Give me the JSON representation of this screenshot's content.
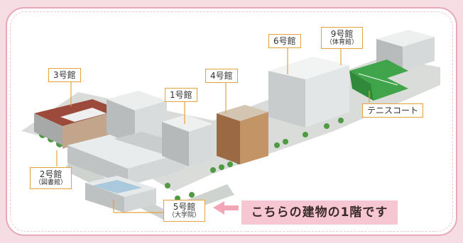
{
  "map": {
    "buildings": {
      "b3": {
        "label": "3号館"
      },
      "b4": {
        "label": "4号館"
      },
      "b1": {
        "label": "1号館"
      },
      "b6": {
        "label": "6号館"
      },
      "b9": {
        "label": "9号館",
        "sub": "（体育館）"
      },
      "b2": {
        "label": "2号館",
        "sub": "（図書館）"
      },
      "b5": {
        "label": "5号館",
        "sub": "（大学院）"
      },
      "tennis": {
        "label": "テニスコート"
      }
    },
    "callout": "こちらの建物の1階です",
    "colors": {
      "frame": "#e7a8ba",
      "label_border": "#e6a23c",
      "callout_bg": "#f7c6d3",
      "arrow": "#f4a6b9",
      "tennis": "#3fa44a"
    }
  }
}
